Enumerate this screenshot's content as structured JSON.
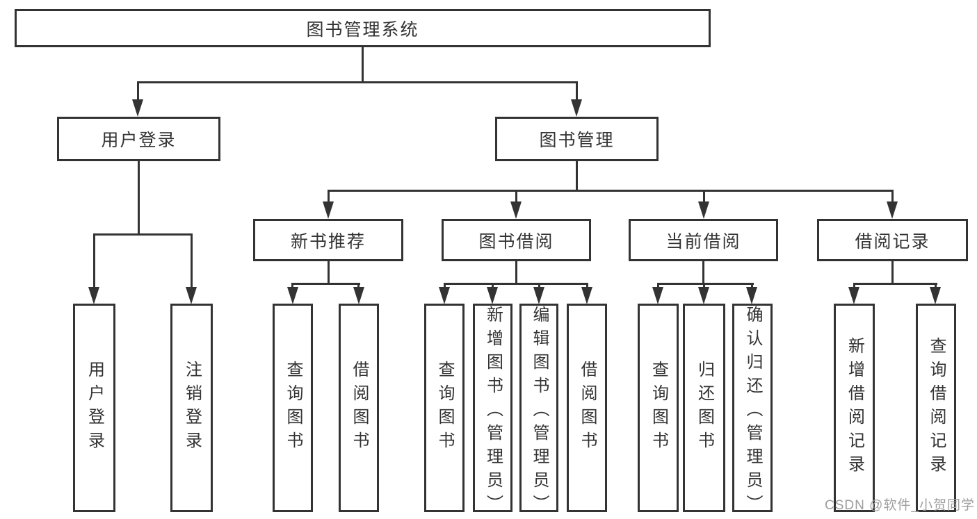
{
  "nodes": {
    "root": {
      "label": "图书管理系统"
    },
    "user_login": {
      "label": "用户登录"
    },
    "book_mgmt": {
      "label": "图书管理"
    },
    "new_books": {
      "label": "新书推荐"
    },
    "book_borrow": {
      "label": "图书借阅"
    },
    "current_borrow": {
      "label": "当前借阅"
    },
    "borrow_records": {
      "label": "借阅记录"
    },
    "leaf_user_login": {
      "label": "用户登录"
    },
    "leaf_logout": {
      "label": "注销登录"
    },
    "leaf_nb_query": {
      "label": "查询图书"
    },
    "leaf_nb_borrow": {
      "label": "借阅图书"
    },
    "leaf_bb_query": {
      "label": "查询图书"
    },
    "leaf_bb_add": {
      "label": "新增图书（管理员）"
    },
    "leaf_bb_edit": {
      "label": "编辑图书（管理员）"
    },
    "leaf_bb_borrow": {
      "label": "借阅图书"
    },
    "leaf_cb_query": {
      "label": "查询图书"
    },
    "leaf_cb_return": {
      "label": "归还图书"
    },
    "leaf_cb_confirm": {
      "label": "确认归还（管理员）"
    },
    "leaf_rec_add": {
      "label": "新增借阅记录"
    },
    "leaf_rec_query": {
      "label": "查询借阅记录"
    }
  },
  "hierarchy": {
    "图书管理系统": [
      "用户登录",
      "图书管理"
    ],
    "用户登录": [
      "用户登录",
      "注销登录"
    ],
    "图书管理": [
      "新书推荐",
      "图书借阅",
      "当前借阅",
      "借阅记录"
    ],
    "新书推荐": [
      "查询图书",
      "借阅图书"
    ],
    "图书借阅": [
      "查询图书",
      "新增图书（管理员）",
      "编辑图书（管理员）",
      "借阅图书"
    ],
    "当前借阅": [
      "查询图书",
      "归还图书",
      "确认归还（管理员）"
    ],
    "借阅记录": [
      "新增借阅记录",
      "查询借阅记录"
    ]
  },
  "watermark": {
    "text": "CSDN @软件_小贺同学"
  },
  "colors": {
    "line": "#333333",
    "text": "#333333",
    "watermark": "#9e9e9e",
    "background": "#ffffff"
  }
}
